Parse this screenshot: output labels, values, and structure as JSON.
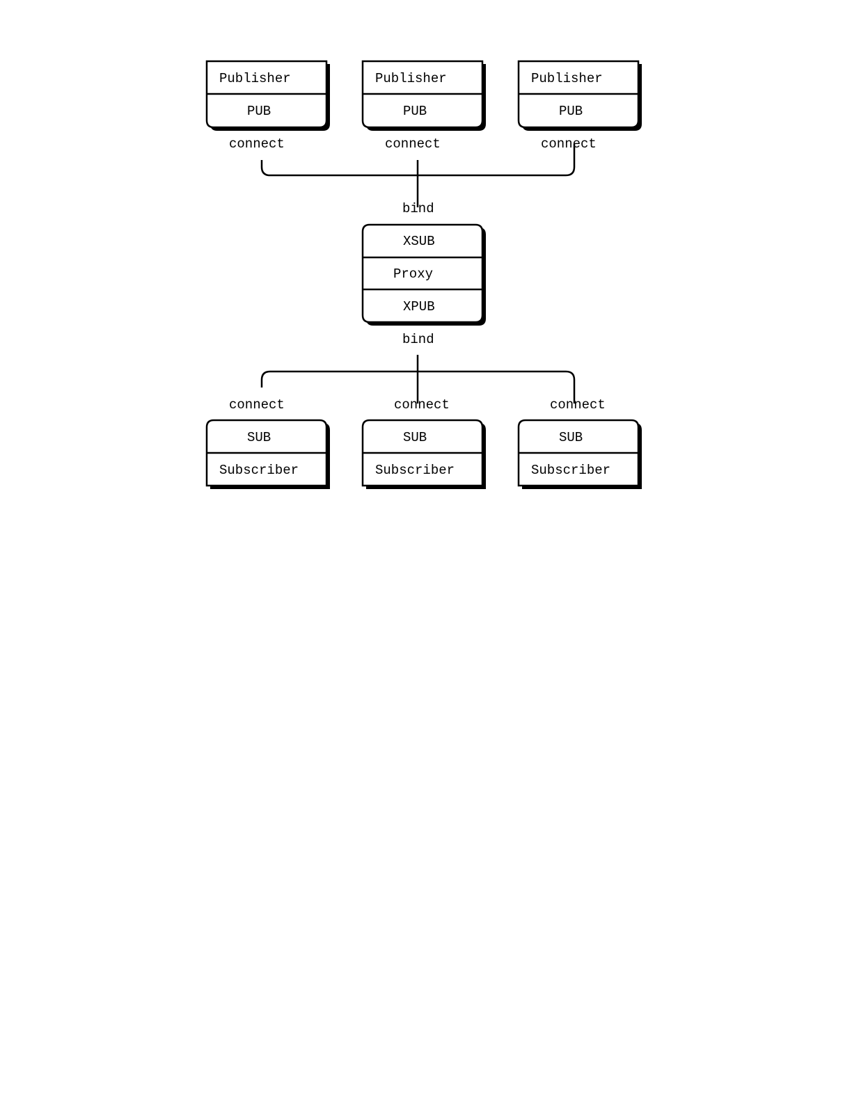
{
  "diagram": {
    "publishers": [
      {
        "name": "Publisher",
        "socket": "PUB",
        "action": "connect"
      },
      {
        "name": "Publisher",
        "socket": "PUB",
        "action": "connect"
      },
      {
        "name": "Publisher",
        "socket": "PUB",
        "action": "connect"
      }
    ],
    "proxy": {
      "frontend_action": "bind",
      "frontend_socket": "XSUB",
      "name": "Proxy",
      "backend_socket": "XPUB",
      "backend_action": "bind"
    },
    "subscribers": [
      {
        "action": "connect",
        "socket": "SUB",
        "name": "Subscriber"
      },
      {
        "action": "connect",
        "socket": "SUB",
        "name": "Subscriber"
      },
      {
        "action": "connect",
        "socket": "SUB",
        "name": "Subscriber"
      }
    ],
    "colors": {
      "stroke": "#000000",
      "background": "#ffffff"
    }
  }
}
